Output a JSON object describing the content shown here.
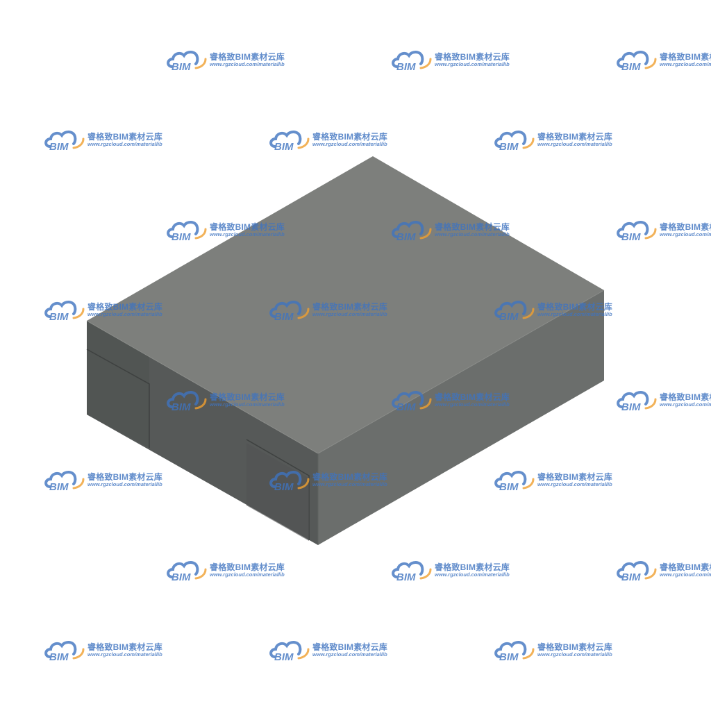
{
  "colors": {
    "background": "#ffffff",
    "top_face": "#7d7f7c",
    "left_face": "#575a59",
    "right_face": "#6a6d6b",
    "panel_seam": "#3e4140",
    "watermark_blue": "#3f74c0",
    "watermark_orange": "#f0a030"
  },
  "model": {
    "object": "rectangular-block",
    "view": "isometric"
  },
  "watermark": {
    "logo_text": "BIM",
    "brand_name": "睿格致BIM素材云库",
    "url": "www.rgzcloud.com/materiallib"
  }
}
